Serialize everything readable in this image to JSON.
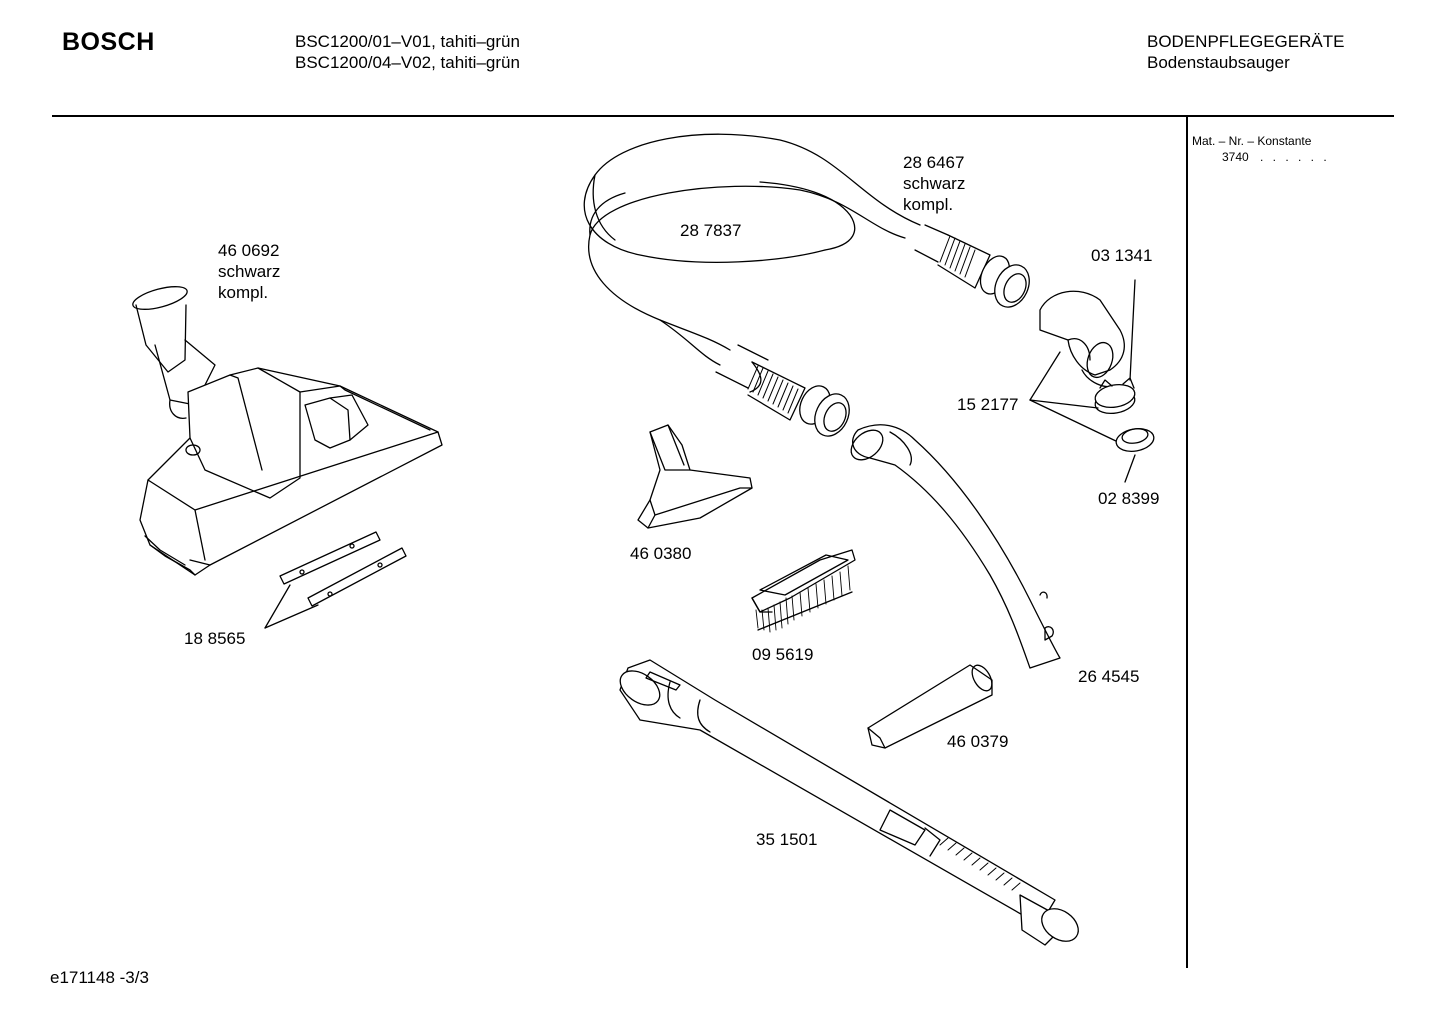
{
  "header": {
    "brand": "BOSCH",
    "model_lines": [
      "BSC1200/01–V01, tahiti–grün",
      "BSC1200/04–V02, tahiti–grün"
    ],
    "category_lines": [
      "BODENPFLEGEGERÄTE",
      "Bodenstaubsauger"
    ]
  },
  "sidebar": {
    "mat_label": "Mat. – Nr. – Konstante",
    "mat_value": "3740",
    "mat_dots": ". .  . . . ."
  },
  "parts": {
    "floor_nozzle": {
      "number": "46 0692",
      "line2": "schwarz",
      "line3": "kompl."
    },
    "nozzle_strips": {
      "number": "18 8565"
    },
    "hose": {
      "number": "28 7837"
    },
    "hose_connector": {
      "number": "28 6467",
      "line2": "schwarz",
      "line3": "kompl."
    },
    "elbow": {
      "number": "03 1341"
    },
    "clip": {
      "number": "15 2177"
    },
    "ring": {
      "number": "02 8399"
    },
    "upholstery_nozzle": {
      "number": "46 0380"
    },
    "brush": {
      "number": "09 5619"
    },
    "handle": {
      "number": "26 4545"
    },
    "crevice_nozzle": {
      "number": "46 0379"
    },
    "telescopic_tube": {
      "number": "35 1501"
    }
  },
  "footer": {
    "drawing_id": "e171148 -3/3"
  }
}
